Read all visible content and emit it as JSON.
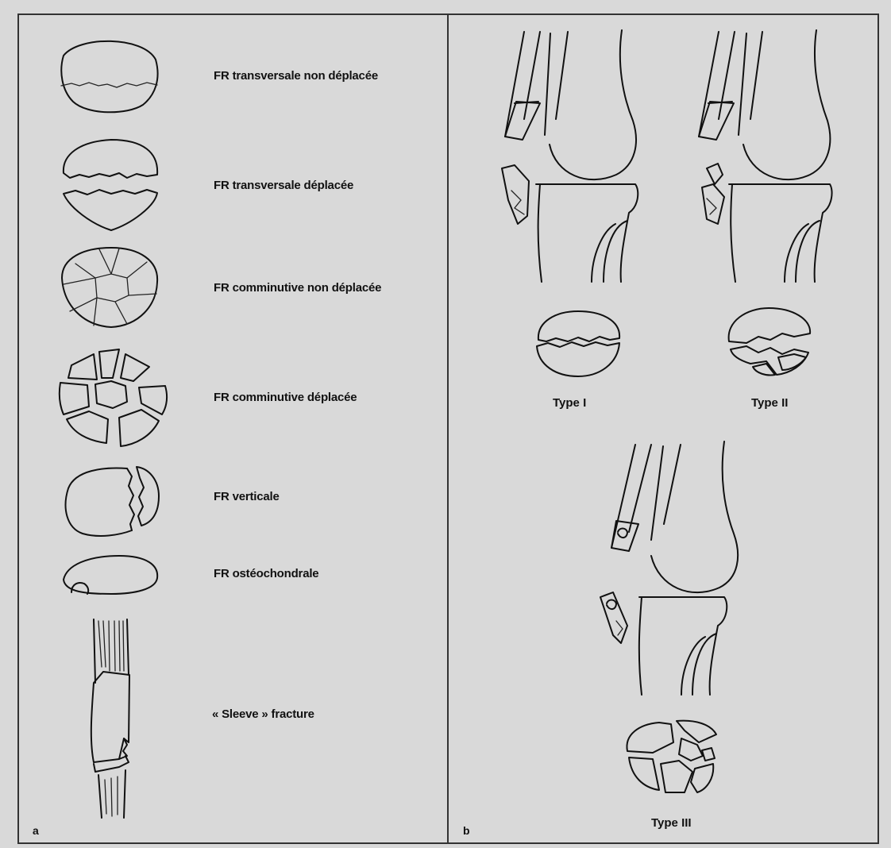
{
  "panel_a": {
    "letter": "a",
    "labels": [
      "FR transversale non déplacée",
      "FR transversale déplacée",
      "FR comminutive non déplacée",
      "FR comminutive déplacée",
      "FR verticale",
      "FR ostéochondrale",
      "« Sleeve » fracture"
    ]
  },
  "panel_b": {
    "letter": "b",
    "types": [
      "Type I",
      "Type II",
      "Type III"
    ]
  },
  "colors": {
    "background": "#d9d9d9",
    "ink": "#111111"
  }
}
